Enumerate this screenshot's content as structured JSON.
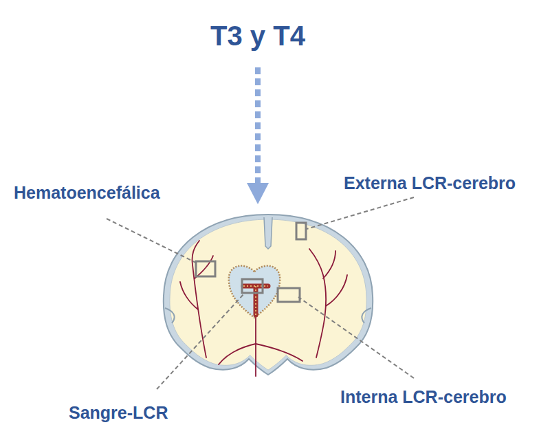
{
  "diagram": {
    "title": "T3 y T4",
    "labels": [
      "Hematoencefálica",
      "Externa LCR-cerebro",
      "Sangre-LCR",
      "Interna LCR-cerebro"
    ]
  }
}
